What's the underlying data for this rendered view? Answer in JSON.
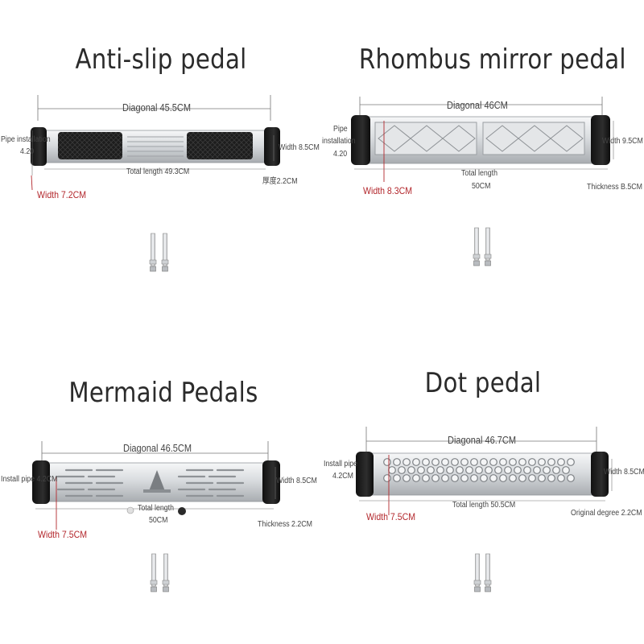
{
  "panels": {
    "antislip": {
      "title": "Anti-slip pedal",
      "diagonal": "Diagonal 45.5CM",
      "pipe": "Pipe installation",
      "pipe_value": "4.20",
      "width_right": "Width 8.5CM",
      "total_length": "Total length 49.3CM",
      "thickness": "厚度2.2CM",
      "width_red": "Width 7.2CM"
    },
    "rhombus": {
      "title": "Rhombus mirror pedal",
      "diagonal": "Diagonal 46CM",
      "pipe_line1": "Pipe",
      "pipe_line2": "installation",
      "pipe_value": "4.20",
      "width_right": "Width 9.5CM",
      "total_length_line1": "Total length",
      "total_length_line2": "50CM",
      "thickness": "Thickness B.5CM",
      "width_red": "Width 8.3CM"
    },
    "mermaid": {
      "title": "Mermaid Pedals",
      "diagonal": "Diagonal 46.5CM",
      "pipe": "Install pipe 4.2CM",
      "width_right": "Width 8.5CM",
      "total_length_line1": "Total length",
      "total_length_line2": "50CM",
      "thickness": "Thickness 2.2CM",
      "width_red": "Width 7.5CM"
    },
    "dot": {
      "title": "Dot pedal",
      "diagonal": "Diagonal 46.7CM",
      "pipe_line1": "Install pipe",
      "pipe_line2": "4.2CM",
      "width_right": "Width 8.5CM",
      "total_length": "Total length 50.5CM",
      "thickness": "Original degree 2.2CM",
      "width_red": "Width 7.5CM"
    }
  },
  "colors": {
    "steel_light": "#e9ebed",
    "steel_dark": "#a9adb1",
    "rubber": "#1c1c1c",
    "dim_red": "#b3282d"
  }
}
